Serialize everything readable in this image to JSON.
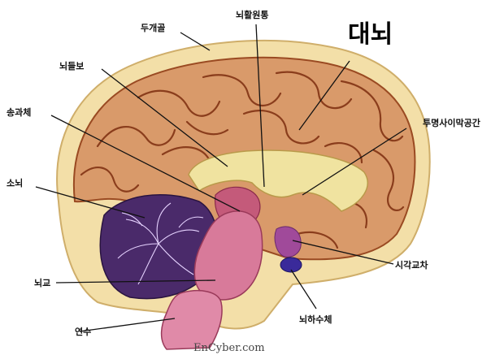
{
  "title": "대뇌",
  "watermark": "EnCyber.com",
  "labels": {
    "skull": "두개골",
    "fornix": "뇌활원통",
    "corpus_callosum": "뇌들보",
    "cingulate": "송과체",
    "septum": "투명사이막공간",
    "cerebellum": "소뇌",
    "optic_chiasm": "시각교차",
    "pons": "뇌교",
    "pituitary": "뇌하수체",
    "medulla": "연수"
  },
  "colors": {
    "skull": "#f3dfa8",
    "brain": "#d99a6a",
    "callosum": "#f0e3a0",
    "cerebellum": "#4a2a6a",
    "brainstem": "#d87a9a",
    "pituitary": "#3a2a9a"
  }
}
